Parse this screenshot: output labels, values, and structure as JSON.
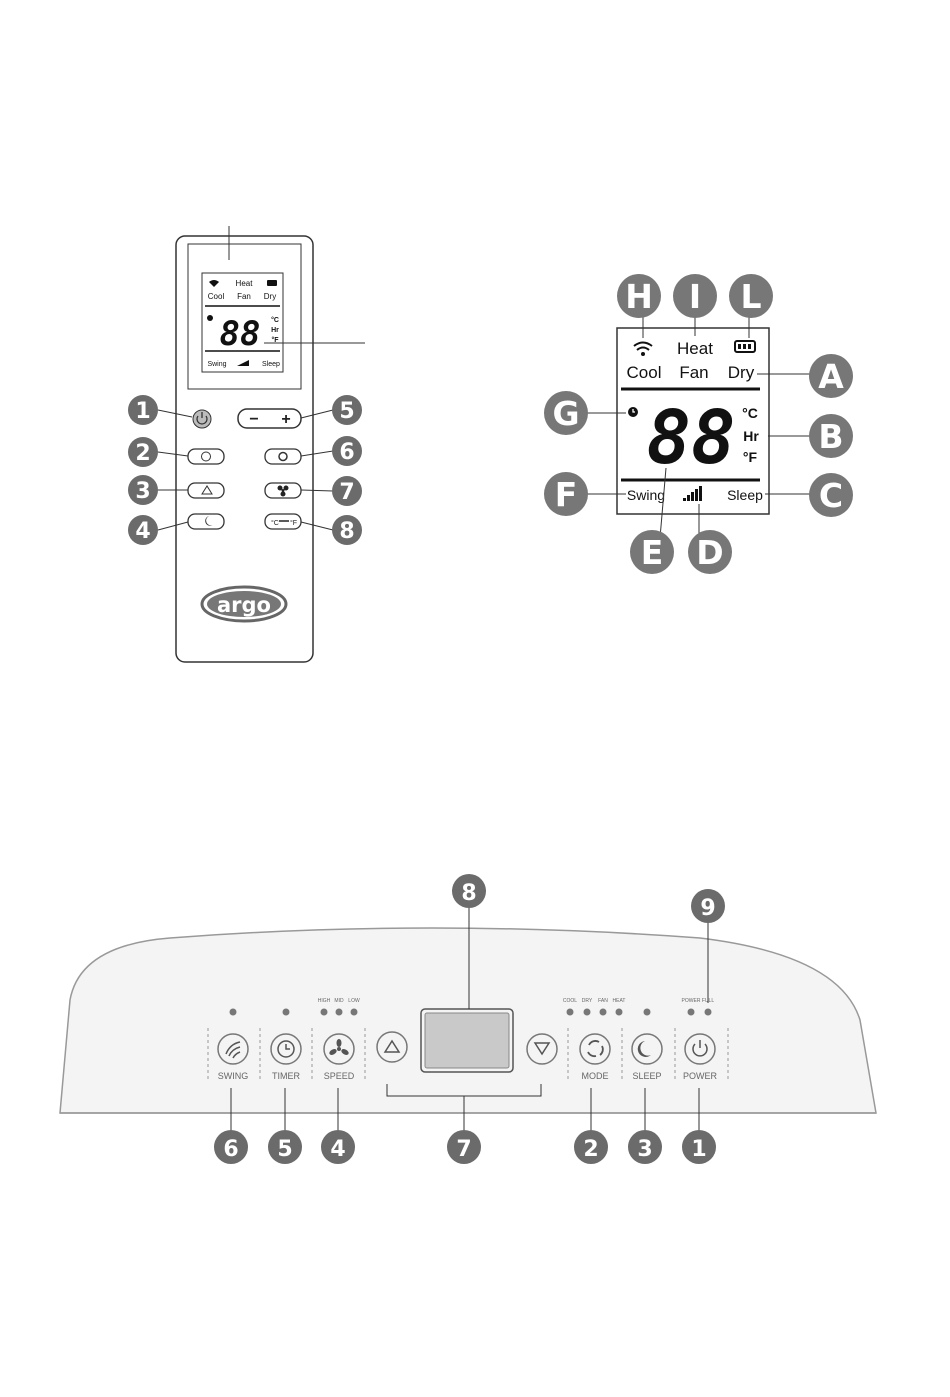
{
  "colors": {
    "badge": "#6b6b6b",
    "badge_light": "#8a8a8a",
    "line": "#333333",
    "panel_fill": "#f4f4f4"
  },
  "remote": {
    "lcd": {
      "heat": "Heat",
      "cool": "Cool",
      "fan": "Fan",
      "dry": "Dry",
      "digits": "88",
      "unit_c": "°C",
      "unit_hr": "Hr",
      "unit_f": "°F",
      "swing": "Swing",
      "sleep": "Sleep"
    },
    "buttons": [
      {
        "number": "1",
        "icon": "power-icon"
      },
      {
        "number": "2",
        "icon": "timer-icon"
      },
      {
        "number": "3",
        "icon": "swing-icon"
      },
      {
        "number": "4",
        "icon": "sleep-icon"
      },
      {
        "number": "5",
        "icon": "minus-plus-icon",
        "minus": "−",
        "plus": "+"
      },
      {
        "number": "6",
        "icon": "mode-icon"
      },
      {
        "number": "7",
        "icon": "fan-icon"
      },
      {
        "number": "8",
        "icon": "temp-unit-icon"
      }
    ],
    "logo": "argo"
  },
  "display": {
    "heat": "Heat",
    "cool": "Cool",
    "fan": "Fan",
    "dry": "Dry",
    "digits": "88",
    "unit_c": "°C",
    "unit_hr": "Hr",
    "unit_f": "°F",
    "swing": "Swing",
    "sleep": "Sleep",
    "callouts": [
      "H",
      "I",
      "L",
      "A",
      "B",
      "C",
      "D",
      "E",
      "F",
      "G"
    ]
  },
  "panel": {
    "buttons": [
      {
        "label": "SWING",
        "number": "6",
        "icon": "swing-icon"
      },
      {
        "label": "TIMER",
        "number": "5",
        "icon": "timer-icon"
      },
      {
        "label": "SPEED",
        "number": "4",
        "icon": "fan-icon"
      },
      {
        "label": "MODE",
        "number": "2",
        "icon": "mode-icon"
      },
      {
        "label": "SLEEP",
        "number": "3",
        "icon": "sleep-icon"
      },
      {
        "label": "POWER",
        "number": "1",
        "icon": "power-icon"
      }
    ],
    "speed_leds": [
      "HIGH",
      "MID",
      "LOW"
    ],
    "mode_leds": [
      "COOL",
      "DRY",
      "FAN",
      "HEAT"
    ],
    "power_leds": [
      "POWER",
      "FULL"
    ],
    "updown_number": "7",
    "display_number": "8",
    "power_full_number": "9"
  }
}
